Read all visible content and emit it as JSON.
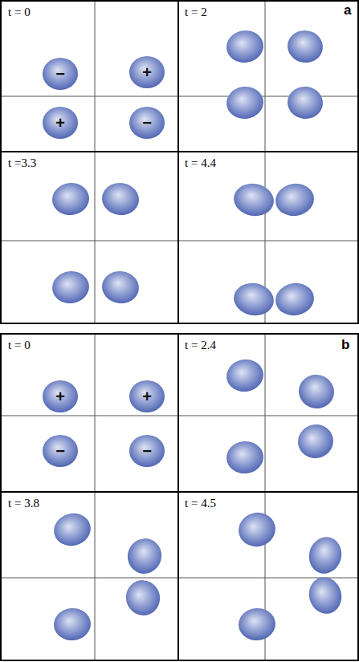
{
  "diagram": {
    "nodes": [
      {
        "text": [
          "−"
        ]
      },
      {
        "text": [
          "+"
        ]
      },
      {
        "text": [
          "+"
        ]
      },
      {
        "text": [
          "−"
        ]
      },
      {
        "text": [
          "+"
        ]
      },
      {
        "text": [
          "+"
        ]
      },
      {
        "text": [
          "−"
        ]
      },
      {
        "text": [
          "−"
        ]
      }
    ],
    "labels": [
      "t = 0",
      "t = 2",
      "a",
      "t =3.3",
      "t = 4.4",
      "t = 0",
      "t = 2.4",
      "b",
      "t = 3.8",
      "t = 4.5"
    ]
  }
}
